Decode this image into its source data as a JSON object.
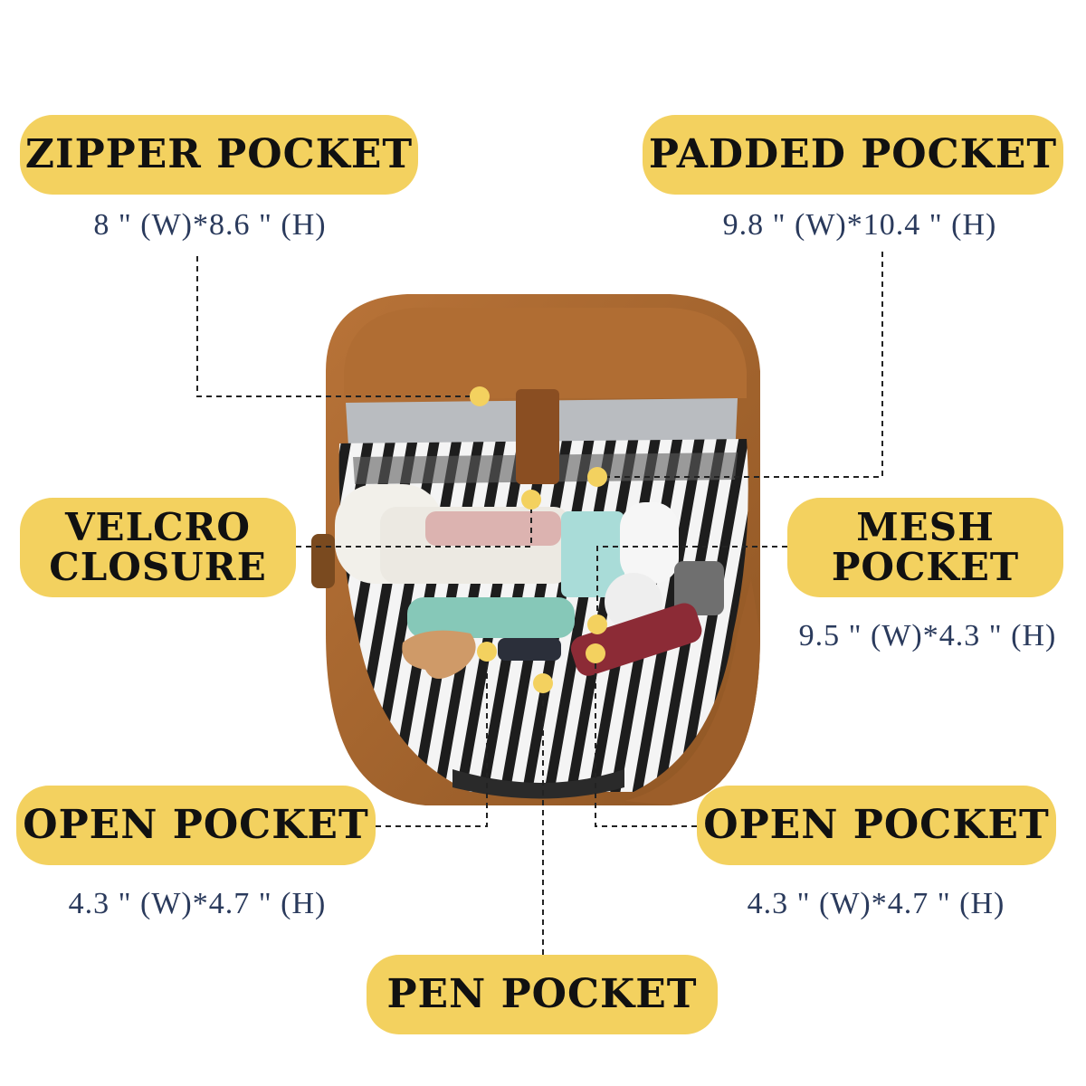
{
  "callouts": {
    "zipper_pocket": {
      "title": "ZIPPER POCKET",
      "size": "8 \" (W)*8.6 \" (H)"
    },
    "padded_pocket": {
      "title": "PADDED POCKET",
      "size": "9.8 \" (W)*10.4 \" (H)"
    },
    "velcro_closure": {
      "title_line1": "VELCRO",
      "title_line2": "CLOSURE"
    },
    "mesh_pocket": {
      "title_line1": "MESH",
      "title_line2": "POCKET",
      "size": "9.5 \" (W)*4.3 \" (H)"
    },
    "open_pocket_left": {
      "title": "OPEN POCKET",
      "size": "4.3 \" (W)*4.7 \" (H)"
    },
    "open_pocket_right": {
      "title": "OPEN POCKET",
      "size": "4.3 \" (W)*4.7 \" (H)"
    },
    "pen_pocket": {
      "title": "PEN POCKET"
    }
  },
  "colors": {
    "label_fill": "#f3d15f",
    "label_text": "#111111",
    "dimension_text": "#2a3a5c",
    "leather": "#a8682f",
    "marker_dot": "#f3d15f"
  }
}
